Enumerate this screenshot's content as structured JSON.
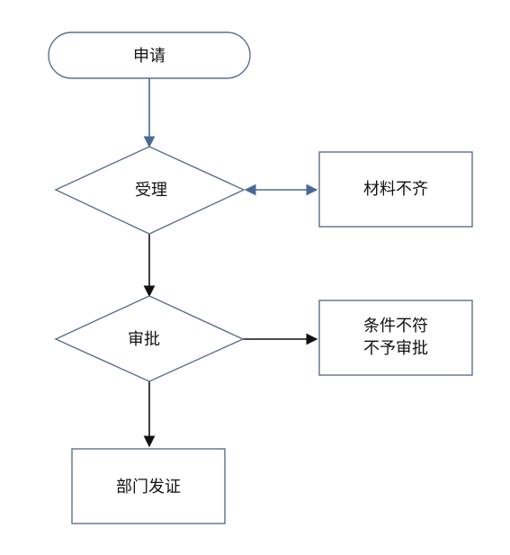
{
  "diagram": {
    "nodes": {
      "apply": "申请",
      "accept": "受理",
      "incomplete": "材料不齐",
      "approve": "审批",
      "reject_line1": "条件不符",
      "reject_line2": "不予审批",
      "issue": "部门发证"
    },
    "colors": {
      "outline": "#5e6f8c",
      "connector_blue": "#4a6a96",
      "connector_black": "#111111",
      "text": "#111111",
      "background": "#ffffff"
    }
  }
}
